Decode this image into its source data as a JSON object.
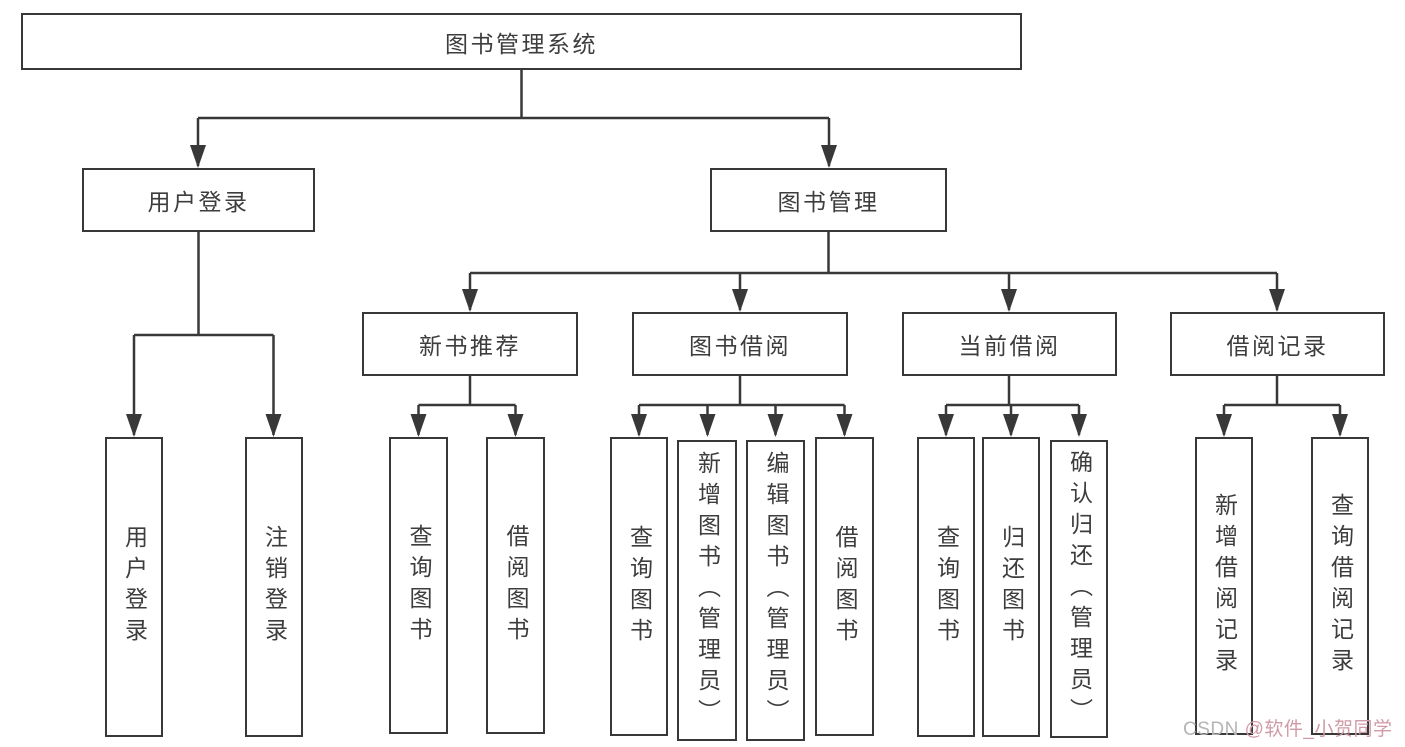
{
  "diagram_type": "functional-structure-tree",
  "colors": {
    "background": "#ffffff",
    "box_border": "#383838",
    "connector_line": "#383838",
    "text": "#3d3d3d",
    "watermark_prefix": "#b5b5b5",
    "watermark_handle": "#cf9ba6"
  },
  "watermark": {
    "prefix": "CSDN ",
    "handle": "@软件_小贺同学"
  },
  "tree": {
    "label": "图书管理系统",
    "children": [
      {
        "label": "用户登录",
        "children": [
          {
            "label": "用户登录"
          },
          {
            "label": "注销登录"
          }
        ]
      },
      {
        "label": "图书管理",
        "children": [
          {
            "label": "新书推荐",
            "children": [
              {
                "label": "查询图书"
              },
              {
                "label": "借阅图书"
              }
            ]
          },
          {
            "label": "图书借阅",
            "children": [
              {
                "label": "查询图书"
              },
              {
                "label": "新增图书（管理员）"
              },
              {
                "label": "编辑图书（管理员）"
              },
              {
                "label": "借阅图书"
              }
            ]
          },
          {
            "label": "当前借阅",
            "children": [
              {
                "label": "查询图书"
              },
              {
                "label": "归还图书"
              },
              {
                "label": "确认归还（管理员）"
              }
            ]
          },
          {
            "label": "借阅记录",
            "children": [
              {
                "label": "新增借阅记录"
              },
              {
                "label": "查询借阅记录"
              }
            ]
          }
        ]
      }
    ]
  }
}
